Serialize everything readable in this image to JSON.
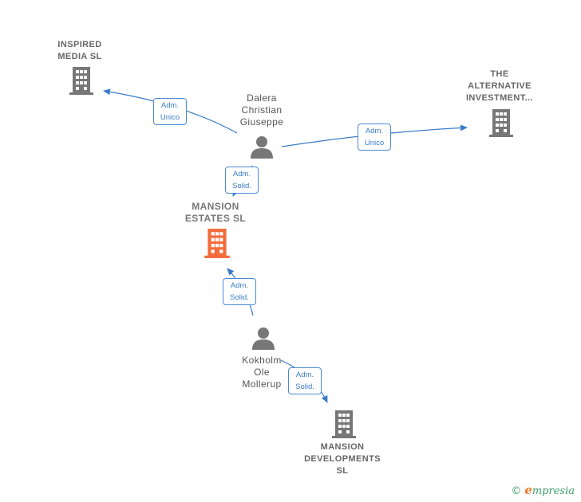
{
  "diagram": {
    "colors": {
      "company": "#777777",
      "focus": "#f26c3d",
      "person": "#777777",
      "edge": "#3a7bc8"
    },
    "nodes": {
      "inspired_media": {
        "type": "company",
        "lines": [
          "INSPIRED",
          "MEDIA SL"
        ]
      },
      "alternative_investment": {
        "type": "company",
        "lines": [
          "THE",
          "ALTERNATIVE",
          "INVESTMENT..."
        ]
      },
      "dalera": {
        "type": "person",
        "lines": [
          "Dalera",
          "Christian",
          "Giuseppe"
        ]
      },
      "mansion_estates": {
        "type": "focus-company",
        "lines": [
          "MANSION",
          "ESTATES SL"
        ]
      },
      "kokholm": {
        "type": "person",
        "lines": [
          "Kokholm",
          "Ole",
          "Mollerup"
        ]
      },
      "mansion_developments": {
        "type": "company",
        "lines": [
          "MANSION",
          "DEVELOPMENTS",
          "SL"
        ]
      }
    },
    "edges": [
      {
        "from": "dalera",
        "to": "inspired_media",
        "role": [
          "Adm.",
          "Unico"
        ]
      },
      {
        "from": "dalera",
        "to": "alternative_investment",
        "role": [
          "Adm.",
          "Unico"
        ]
      },
      {
        "from": "dalera",
        "to": "mansion_estates",
        "role": [
          "Adm.",
          "Solid."
        ]
      },
      {
        "from": "kokholm",
        "to": "mansion_estates",
        "role": [
          "Adm.",
          "Solid."
        ]
      },
      {
        "from": "kokholm",
        "to": "mansion_developments",
        "role": [
          "Adm.",
          "Solid."
        ]
      }
    ]
  },
  "brand": {
    "copyright": "©",
    "initial": "e",
    "name": "mpresia"
  }
}
